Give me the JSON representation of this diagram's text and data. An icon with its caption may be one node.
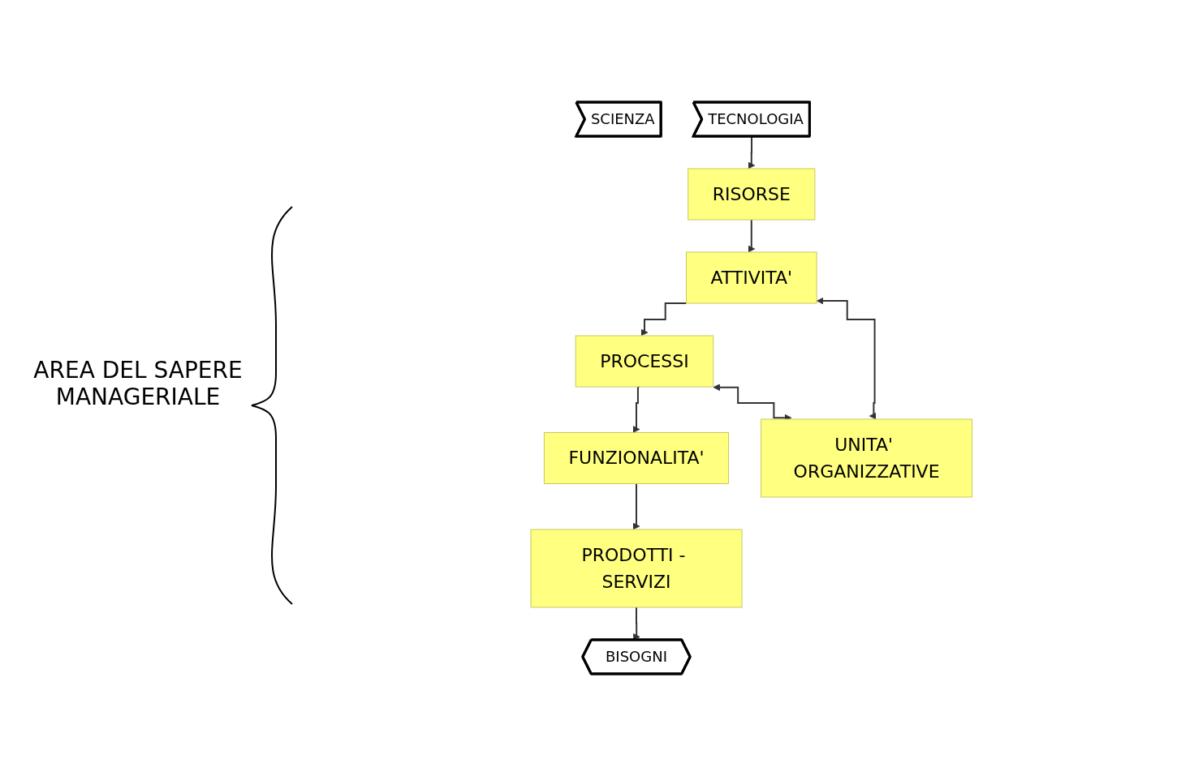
{
  "diagram": {
    "nodes": [
      {
        "text": [
          "SCIENZA"
        ]
      },
      {
        "text": [
          "TECNOLOGIA"
        ]
      },
      {
        "text": [
          "RISORSE"
        ]
      },
      {
        "text": [
          "ATTIVITA'"
        ]
      },
      {
        "text": [
          "PROCESSI"
        ]
      },
      {
        "text": [
          "FUNZIONALITA'"
        ]
      },
      {
        "text": [
          "PRODOTTI - SERVIZI"
        ]
      },
      {
        "text": [
          "BISOGNI"
        ]
      },
      {
        "text": [
          "UNITA' ORGANIZZATIVE"
        ]
      }
    ],
    "edges": [
      {
        "from": 1,
        "to": 2,
        "arrow": "to"
      },
      {
        "from": 2,
        "to": 3,
        "arrow": "to"
      },
      {
        "from": 3,
        "to": 4,
        "arrow": "to"
      },
      {
        "from": 4,
        "to": 5,
        "arrow": "to"
      },
      {
        "from": 5,
        "to": 6,
        "arrow": "to"
      },
      {
        "from": 6,
        "to": 7,
        "arrow": "to"
      },
      {
        "from": 3,
        "to": 8,
        "arrow": "both"
      },
      {
        "from": 4,
        "to": 8,
        "arrow": "both"
      }
    ],
    "labels": [
      "AREA DEL SAPERE MANAGERIALE"
    ]
  }
}
